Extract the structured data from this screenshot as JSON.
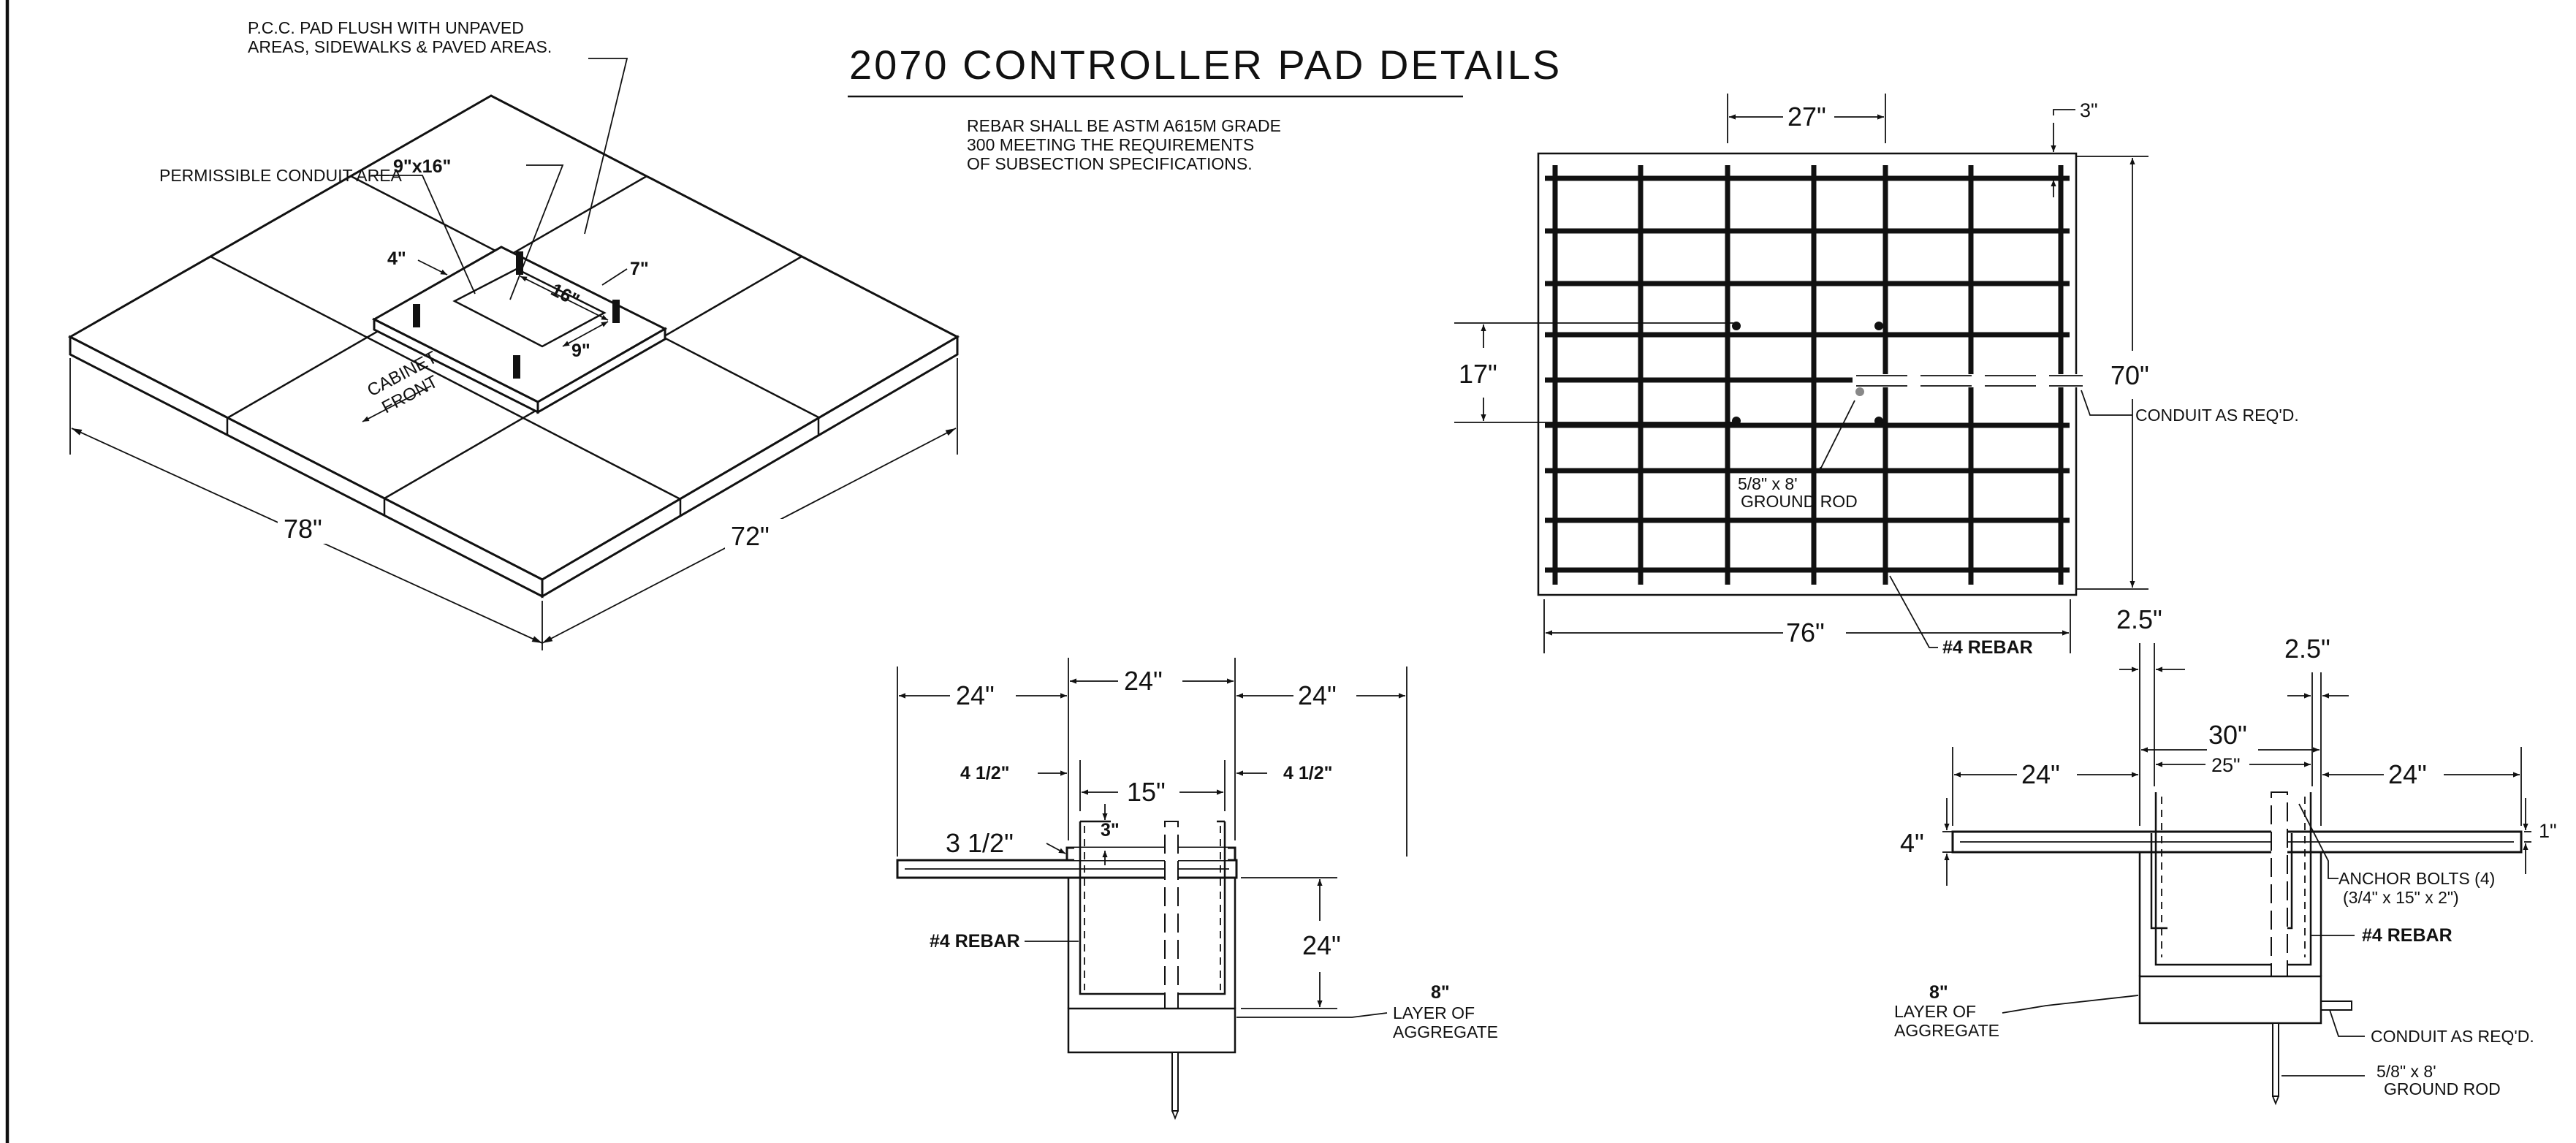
{
  "title": "2070 CONTROLLER PAD DETAILS",
  "note": [
    "REBAR SHALL BE ASTM A615M GRADE",
    "300 MEETING THE REQUIREMENTS",
    "OF SUBSECTION SPECIFICATIONS."
  ],
  "iso": {
    "pcc_note": [
      "P.C.C. PAD FLUSH WITH UNPAVED",
      "AREAS, SIDEWALKS & PAVED AREAS."
    ],
    "conduit_area": "PERMISSIBLE CONDUIT AREA",
    "opening": "9\"x16\"",
    "d4": "4\"",
    "d7": "7\"",
    "d16": "16\"",
    "d9": "9\"",
    "front": [
      "CABINET",
      "FRONT"
    ],
    "len78": "78\"",
    "len72": "72\""
  },
  "plan": {
    "d27": "27\"",
    "d3": "3\"",
    "d17": "17\"",
    "d70": "70\"",
    "d76": "76\"",
    "conduit": "CONDUIT AS REQ'D.",
    "ground": [
      "5/8\" x 8'",
      "GROUND ROD"
    ],
    "rebar": "#4 REBAR"
  },
  "sec1": {
    "d24a": "24\"",
    "d24b": "24\"",
    "d24c": "24\"",
    "d4half_l": "4 1/2\"",
    "d4half_r": "4 1/2\"",
    "d15": "15\"",
    "d3": "3\"",
    "d3half": "3 1/2\"",
    "d24v": "24\"",
    "rebar": "#4 REBAR",
    "aggr": [
      "8\"",
      "LAYER OF",
      "AGGREGATE"
    ]
  },
  "sec2": {
    "d25a": "2.5\"",
    "d25b": "2.5\"",
    "d30": "30\"",
    "d25": "25\"",
    "d24l": "24\"",
    "d24r": "24\"",
    "d4": "4\"",
    "d1": "1\"",
    "anchor": [
      "ANCHOR BOLTS (4)",
      "(3/4\" x 15\" x 2\")"
    ],
    "rebar": "#4 REBAR",
    "aggr": [
      "8\"",
      "LAYER OF",
      "AGGREGATE"
    ],
    "conduit": "CONDUIT AS REQ'D.",
    "ground": [
      "5/8\" x 8'",
      "GROUND ROD"
    ]
  }
}
